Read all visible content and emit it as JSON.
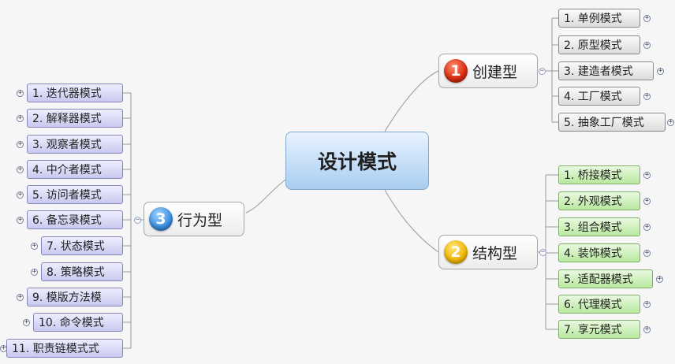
{
  "root": {
    "label": "设计模式"
  },
  "branches": {
    "creational": {
      "badge": "1",
      "label": "创建型",
      "items": [
        "1. 单例模式",
        "2. 原型模式",
        "3. 建造者模式",
        "4. 工厂模式",
        "5. 抽象工厂模式"
      ]
    },
    "structural": {
      "badge": "2",
      "label": "结构型",
      "items": [
        "1. 桥接模式",
        "2. 外观模式",
        "3. 组合模式",
        "4. 装饰模式",
        "5. 适配器模式",
        "6. 代理模式",
        "7. 享元模式"
      ]
    },
    "behavioral": {
      "badge": "3",
      "label": "行为型",
      "items": [
        "1. 迭代器模式",
        "2. 解释器模式",
        "3. 观察者模式",
        "4. 中介者模式",
        "5. 访问者模式",
        "6. 备忘录模式",
        "7. 状态模式",
        "8. 策略模式",
        "9. 模版方法模",
        "10. 命令模式",
        "11. 职责链模式式"
      ]
    }
  },
  "colors": {
    "creational_leaf": "#dcdcdc",
    "structural_leaf": "#b9e8a0",
    "behavioral_leaf": "#c9c9ef",
    "root_fill": "#a9cdf0",
    "badge_1": "#d82a10",
    "badge_2": "#f2b800",
    "badge_3": "#3a8fe0"
  },
  "icons": {
    "expand": "plus-circle-icon",
    "collapse": "minus-circle-icon"
  }
}
